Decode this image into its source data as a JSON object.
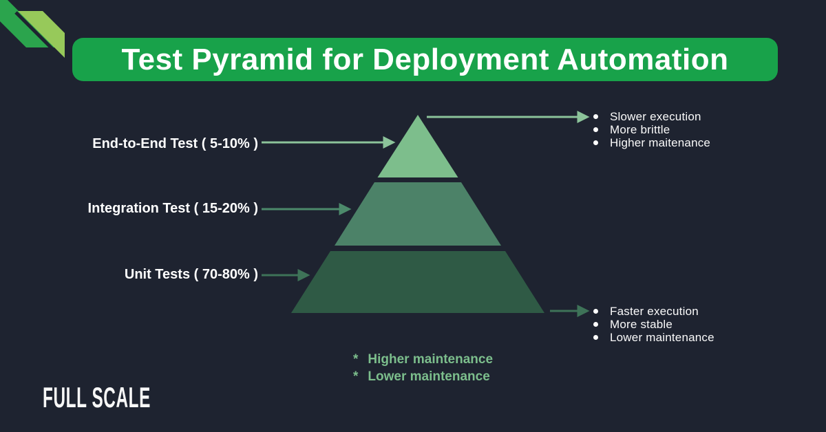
{
  "title": "Test Pyramid for Deployment Automation",
  "pyramid": {
    "levels": [
      {
        "name": "end-to-end",
        "label": "End-to-End Test ( 5-10% )",
        "color": "#7DBE8C"
      },
      {
        "name": "integration",
        "label": "Integration Test ( 15-20% )",
        "color": "#4C8268"
      },
      {
        "name": "unit",
        "label": "Unit Tests ( 70-80% )",
        "color": "#2F5A45"
      }
    ]
  },
  "annotations": {
    "top": {
      "items": [
        "Slower execution",
        "More brittle",
        "Higher maitenance"
      ]
    },
    "bottom": {
      "items": [
        "Faster execution",
        "More stable",
        "Lower maintenance"
      ]
    }
  },
  "footnotes": {
    "marker": "*",
    "items": [
      "Higher maintenance",
      "Lower maintenance"
    ]
  },
  "logo_text": "FULL SCALE",
  "colors": {
    "background": "#1E2330",
    "banner_green": "#18A24A",
    "text_white": "#FFFFFF",
    "footnote_green": "#7CBE8C",
    "arrow_light": "#8CC39A",
    "arrow_medium": "#4C8A6B",
    "arrow_dark": "#3E7358",
    "ribbon_medium": "#2BA44D",
    "ribbon_light": "#97C95A"
  }
}
